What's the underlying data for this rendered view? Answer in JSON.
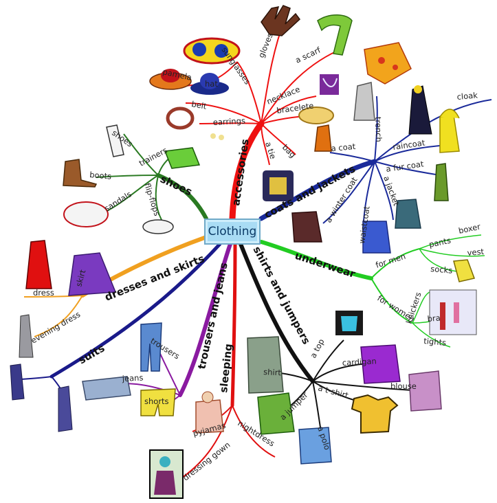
{
  "center": "Clothing",
  "branches": {
    "accessories": {
      "label": "accessories",
      "items": [
        "gloves",
        "sunglasses",
        "a scarf",
        "pamela",
        "hat",
        "necklace",
        "bracelete",
        "belt",
        "earrings",
        "a tie",
        "bag"
      ]
    },
    "coats": {
      "label": "coats and jackets",
      "items": [
        "cloak",
        "trench",
        "raincoat",
        "a coat",
        "a fur coat",
        "a jacket",
        "a winter coat",
        "waistcoat"
      ]
    },
    "shoes": {
      "label": "shoes",
      "items": [
        "shoes",
        "trainers",
        "boots",
        "sandals",
        "flip-flops"
      ]
    },
    "dresses": {
      "label": "dresses and skirts",
      "items": [
        "skirt",
        "dress",
        "evening dress"
      ]
    },
    "underwear": {
      "label": "underwear",
      "items": [
        "for men",
        "pants",
        "boxer",
        "vest",
        "socks",
        "for women",
        "knickers",
        "bra",
        "tights"
      ]
    },
    "suits": {
      "label": "suits",
      "items": []
    },
    "trousers": {
      "label": "trousers and jeans",
      "items": [
        "trousers",
        "jeans",
        "shorts"
      ]
    },
    "sleeping": {
      "label": "sleeping",
      "items": [
        "pyjamas",
        "nightdress",
        "dressing gown"
      ]
    },
    "shirts": {
      "label": "shirts and jumpers",
      "items": [
        "a top",
        "cardigan",
        "shirt",
        "blouse",
        "a t-shirt",
        "a jumper",
        "a polo"
      ]
    }
  },
  "colors": {
    "accessories": "#ee1111",
    "coats": "#1a2a9a",
    "shoes": "#2a7a22",
    "dresses": "#f0a020",
    "underwear": "#22cc22",
    "suits": "#1a1a8a",
    "trousers": "#8a1aa0",
    "sleeping": "#e01010",
    "shirts": "#111111",
    "box_fill": "#a9dcf4"
  }
}
